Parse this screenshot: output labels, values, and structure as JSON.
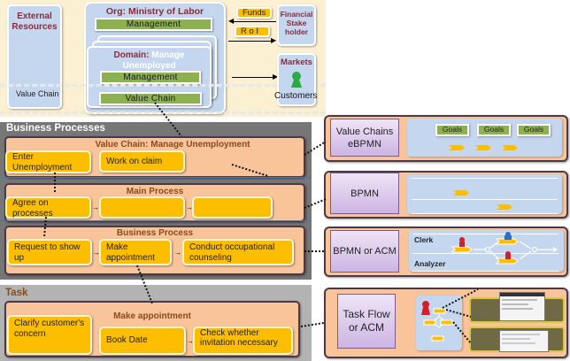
{
  "organization": {
    "external_resources": "External Resources",
    "external_value_chain": "Value Chain",
    "org_title": "Org: Ministry of Labor",
    "org_management": "Management",
    "domain_prefix": "Domain:",
    "domain_name": "Manage Unemployed",
    "domain_management": "Management",
    "domain_value_chain": "Value Chain",
    "funds": "Funds",
    "roi": "R o I",
    "financial_stakeholder": "Financial Stake holder",
    "markets": "Markets",
    "customers": "Customers"
  },
  "business_processes": {
    "title": "Business Processes",
    "value_chain": {
      "title": "Value Chain:  Manage Unemployment",
      "steps": [
        "Enter Unemployment",
        "Work on claim"
      ]
    },
    "main_process": {
      "title": "Main Process",
      "steps": [
        "Agree on processes",
        "",
        ""
      ]
    },
    "business_process": {
      "title": "Business Process",
      "steps": [
        "Request to show up",
        "Make appointment",
        "Conduct occupational counseling"
      ]
    }
  },
  "task": {
    "title": "Task",
    "make_appointment": {
      "title": "Make appointment",
      "steps": [
        "Clarify customer's concern",
        "Book Date",
        "Check whether invitation necessary"
      ]
    }
  },
  "notations": [
    {
      "label": "Value Chains eBPMN",
      "goals": [
        "Goals",
        "Goals",
        "Goals"
      ]
    },
    {
      "label": "BPMN"
    },
    {
      "label": "BPMN or ACM",
      "lanes": [
        "Clerk",
        "Analyzer"
      ]
    },
    {
      "label": "Task Flow or ACM"
    }
  ],
  "colors": {
    "org_background": "#fcf0d2",
    "org_box": "#c5d7ee",
    "bar_green": "#8db050",
    "step_orange": "#fdbe00",
    "panel_salmon": "#f9c49a",
    "title_maroon": "#8b2a3a",
    "notation_purple": "#cdb5e4",
    "business_band": "#767676",
    "task_band": "#b3b3b3"
  }
}
